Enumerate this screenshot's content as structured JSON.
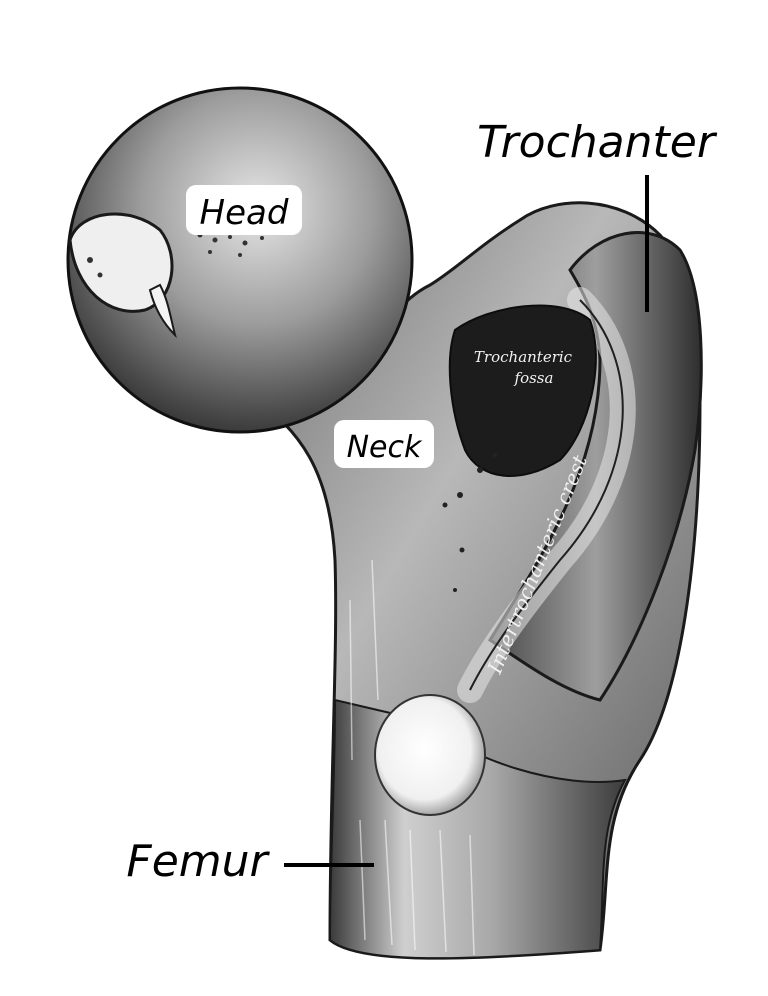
{
  "diagram": {
    "labels": {
      "head": "Head",
      "neck": "Neck",
      "trochanter": "Trochanter",
      "femur": "Femur",
      "trochanteric_fossa_line1": "Trochanteric",
      "trochanteric_fossa_line2": "fossa",
      "intertrochanteric_crest": "Intertrochanteric crest"
    },
    "colors": {
      "bone_light": "#bdbdbd",
      "bone_mid": "#7a7a7a",
      "bone_dark": "#2a2a2a",
      "ink": "#000000",
      "background": "#ffffff"
    }
  }
}
